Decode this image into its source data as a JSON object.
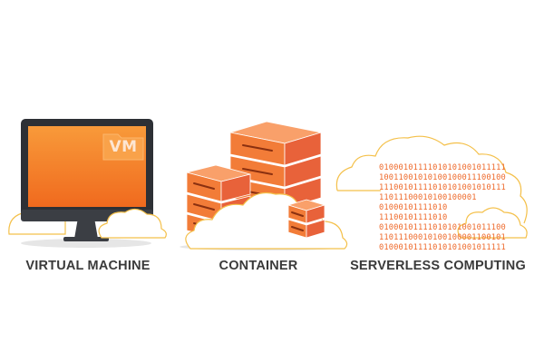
{
  "captions": {
    "virtual_machine": "VIRTUAL MACHINE",
    "container": "CONTAINER",
    "serverless": "SERVERLESS COMPUTING"
  },
  "vm_badge": "VM",
  "binary_lines": [
    "01000101111010101001011111",
    "10011001010100100011100100",
    "11100101111010101001010111",
    "11011100010100100001",
    "01000101111010",
    "11100101111010",
    "01000101111010101001011100",
    "11011100010100100001100101",
    "01000101111010101001011111"
  ],
  "colors": {
    "caption_text": "#3a3a3a",
    "monitor_frame": "#3b3e44",
    "monitor_bezel": "#2d3035",
    "screen_top": "#f89a3a",
    "screen_bottom": "#f06a1e",
    "server_front": "#f27c38",
    "server_top": "#f9a06a",
    "server_side": "#e8623a",
    "server_slot": "#8a3010",
    "cloud_fill": "#ffffff",
    "cloud_outline": "#f4c04a",
    "binary_text": "#ee6a2c",
    "shadow": "#e6e6e6"
  },
  "icons": {
    "vm": "desktop-monitor-icon",
    "container": "server-stack-icon",
    "serverless": "binary-cloud-icon"
  }
}
